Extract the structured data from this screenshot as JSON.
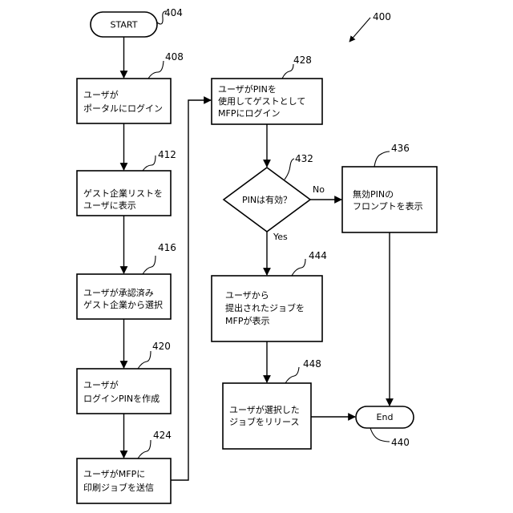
{
  "figure_ref": "400",
  "nodes": {
    "start": {
      "label": "START",
      "ref": "404"
    },
    "n408": {
      "lines": [
        "ユーザが",
        "ポータルにログイン"
      ],
      "ref": "408"
    },
    "n412": {
      "lines": [
        "ゲスト企業リストを",
        "ユーザに表示"
      ],
      "ref": "412"
    },
    "n416": {
      "lines": [
        "ユーザが承認済み",
        "ゲスト企業から選択"
      ],
      "ref": "416"
    },
    "n420": {
      "lines": [
        "ユーザが",
        "ログインPINを作成"
      ],
      "ref": "420"
    },
    "n424": {
      "lines": [
        "ユーザがMFPに",
        "印刷ジョブを送信"
      ],
      "ref": "424"
    },
    "n428": {
      "lines": [
        "ユーザがPINを",
        "使用してゲストとして",
        "MFPにログイン"
      ],
      "ref": "428"
    },
    "n432": {
      "label": "PINは有効？",
      "ref": "432",
      "yes": "Yes",
      "no": "No"
    },
    "n436": {
      "lines": [
        "無効PINの",
        "フロンプトを表示"
      ],
      "ref": "436"
    },
    "n444": {
      "lines": [
        "ユーザから",
        "提出されたジョブを",
        "MFPが表示"
      ],
      "ref": "444"
    },
    "n448": {
      "lines": [
        "ユーザが選択した",
        "ジョブをリリース"
      ],
      "ref": "448"
    },
    "end": {
      "label": "End",
      "ref": "440"
    }
  }
}
